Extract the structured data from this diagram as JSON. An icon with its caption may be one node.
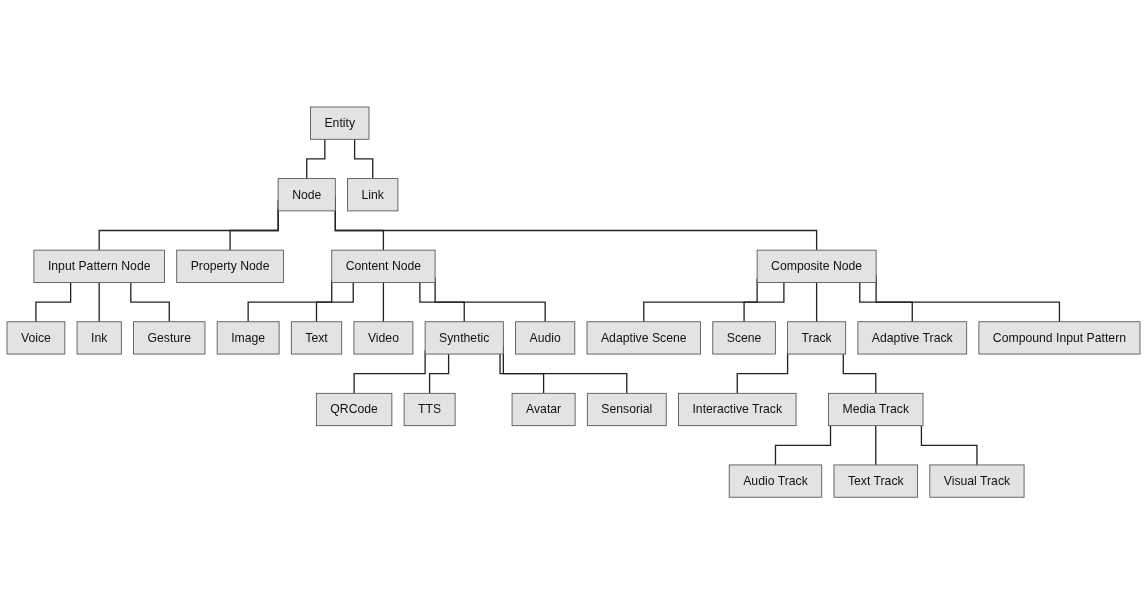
{
  "diagram": {
    "nodes": [
      {
        "text": [
          "Entity"
        ]
      },
      {
        "text": [
          "Node"
        ]
      },
      {
        "text": [
          "Link"
        ]
      },
      {
        "text": [
          "Input Pattern Node"
        ]
      },
      {
        "text": [
          "Property Node"
        ]
      },
      {
        "text": [
          "Content Node"
        ]
      },
      {
        "text": [
          "Composite Node"
        ]
      },
      {
        "text": [
          "Gesture"
        ]
      },
      {
        "text": [
          "Adaptive Scene"
        ]
      },
      {
        "text": [
          "Compound Input Pattern"
        ]
      },
      {
        "text": [
          "Voice"
        ]
      },
      {
        "text": [
          "Ink"
        ]
      },
      {
        "text": [
          "Scene"
        ]
      },
      {
        "text": [
          "Track"
        ]
      },
      {
        "text": [
          "Adaptive Track"
        ]
      },
      {
        "text": [
          "Interactive Track"
        ]
      },
      {
        "text": [
          "Media Track"
        ]
      },
      {
        "text": [
          "Image"
        ]
      },
      {
        "text": [
          "Text"
        ]
      },
      {
        "text": [
          "Video"
        ]
      },
      {
        "text": [
          "Synthetic"
        ]
      },
      {
        "text": [
          "Audio"
        ]
      },
      {
        "text": [
          "Audio Track"
        ]
      },
      {
        "text": [
          "Text Track"
        ]
      },
      {
        "text": [
          "Visual Track"
        ]
      },
      {
        "text": [
          "QRCode"
        ]
      },
      {
        "text": [
          "TTS"
        ]
      },
      {
        "text": [
          "Avatar"
        ]
      },
      {
        "text": [
          "Sensorial"
        ]
      }
    ],
    "edges": [
      {
        "from": 0,
        "to": 1,
        "arrow": "none"
      },
      {
        "from": 0,
        "to": 2,
        "arrow": "none"
      },
      {
        "from": 1,
        "to": 3,
        "arrow": "none"
      },
      {
        "from": 1,
        "to": 4,
        "arrow": "none"
      },
      {
        "from": 1,
        "to": 5,
        "arrow": "none"
      },
      {
        "from": 1,
        "to": 6,
        "arrow": "none"
      },
      {
        "from": 3,
        "to": 10,
        "arrow": "none"
      },
      {
        "from": 3,
        "to": 11,
        "arrow": "none"
      },
      {
        "from": 3,
        "to": 7,
        "arrow": "none"
      },
      {
        "from": 5,
        "to": 17,
        "arrow": "none"
      },
      {
        "from": 5,
        "to": 18,
        "arrow": "none"
      },
      {
        "from": 5,
        "to": 19,
        "arrow": "none"
      },
      {
        "from": 5,
        "to": 20,
        "arrow": "none"
      },
      {
        "from": 5,
        "to": 21,
        "arrow": "none"
      },
      {
        "from": 6,
        "to": 8,
        "arrow": "none"
      },
      {
        "from": 6,
        "to": 12,
        "arrow": "none"
      },
      {
        "from": 6,
        "to": 13,
        "arrow": "none"
      },
      {
        "from": 6,
        "to": 14,
        "arrow": "none"
      },
      {
        "from": 6,
        "to": 9,
        "arrow": "none"
      },
      {
        "from": 13,
        "to": 15,
        "arrow": "none"
      },
      {
        "from": 13,
        "to": 16,
        "arrow": "none"
      },
      {
        "from": 16,
        "to": 22,
        "arrow": "none"
      },
      {
        "from": 16,
        "to": 23,
        "arrow": "none"
      },
      {
        "from": 16,
        "to": 24,
        "arrow": "none"
      },
      {
        "from": 20,
        "to": 25,
        "arrow": "none"
      },
      {
        "from": 20,
        "to": 26,
        "arrow": "none"
      },
      {
        "from": 20,
        "to": 27,
        "arrow": "none"
      },
      {
        "from": 20,
        "to": 28,
        "arrow": "none"
      }
    ]
  }
}
